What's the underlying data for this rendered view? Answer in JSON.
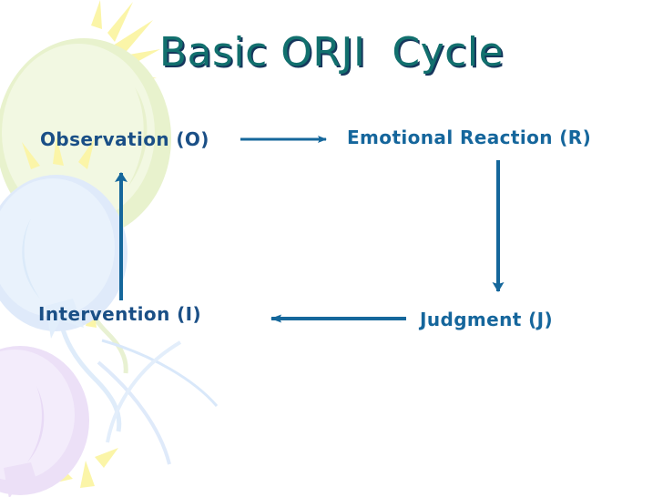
{
  "slide": {
    "title": "Basic ORJI  Cycle",
    "background_color": "#ffffff",
    "title_color": "#12706e",
    "title_shadow_color": "#16365c"
  },
  "diagram": {
    "accent_color": "#15679b",
    "nodes": [
      {
        "id": "observation",
        "label": "Observation (O)",
        "color": "#1a4f86"
      },
      {
        "id": "reaction",
        "label": "Emotional Reaction (R)",
        "color": "#15669c"
      },
      {
        "id": "judgment",
        "label": "Judgment (J)",
        "color": "#15669c"
      },
      {
        "id": "intervention",
        "label": "Intervention (I)",
        "color": "#1a4f86"
      }
    ],
    "arrows": [
      {
        "id": "observation-to-reaction",
        "from": "observation",
        "to": "reaction",
        "direction": "right"
      },
      {
        "id": "reaction-to-judgment",
        "from": "reaction",
        "to": "judgment",
        "direction": "down"
      },
      {
        "id": "judgment-to-intervention",
        "from": "judgment",
        "to": "intervention",
        "direction": "left"
      },
      {
        "id": "intervention-to-observation",
        "from": "intervention",
        "to": "observation",
        "direction": "up"
      }
    ]
  },
  "decorations": {
    "balloons": [
      {
        "id": "green-balloon",
        "color": "#edf5d5"
      },
      {
        "id": "blue-balloon",
        "color": "#e1eefb"
      },
      {
        "id": "purple-balloon",
        "color": "#f0e6f9"
      }
    ],
    "rays_color": "#fbf5a8",
    "string_color": "#cfe4f7"
  }
}
